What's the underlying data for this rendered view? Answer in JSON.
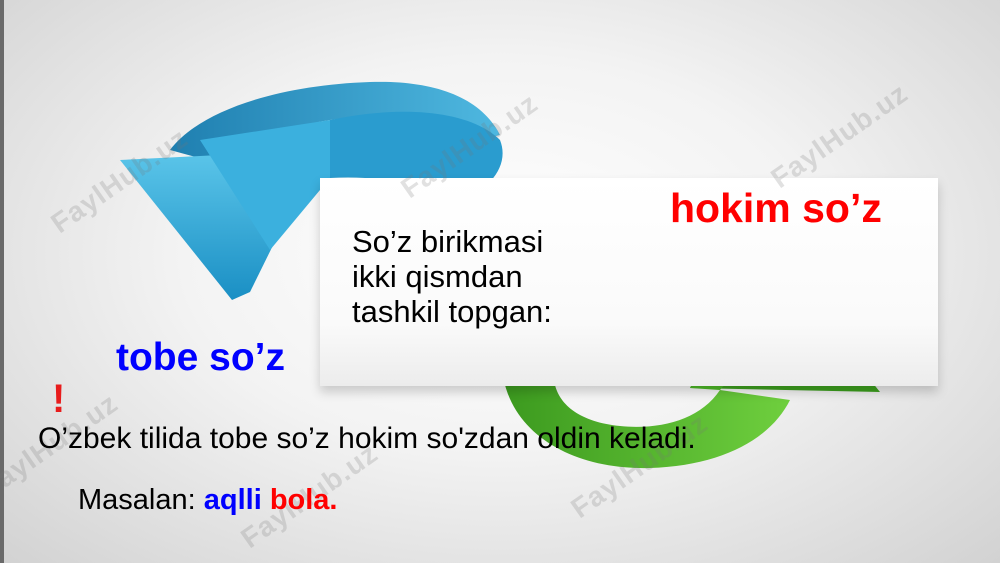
{
  "slide": {
    "main_text_lines": [
      "So’z birikmasi",
      "ikki qismdan",
      "tashkil topgan:"
    ],
    "hokim_label": "hokim so’z",
    "tobe_label": "tobe so’z",
    "exclamation": "!",
    "rule_text": "O’zbek tilida tobe so’z hokim so'zdan oldin keladi.",
    "example_prefix": "Masalan: ",
    "example_blue": "aqlli",
    "example_space": " ",
    "example_red": "bola."
  },
  "watermark": "FaylHub.uz",
  "colors": {
    "blue_arrow": "#2ea6d6",
    "green_arrow": "#55c22b",
    "hokim": "#ff0000",
    "tobe": "#0000ff"
  }
}
